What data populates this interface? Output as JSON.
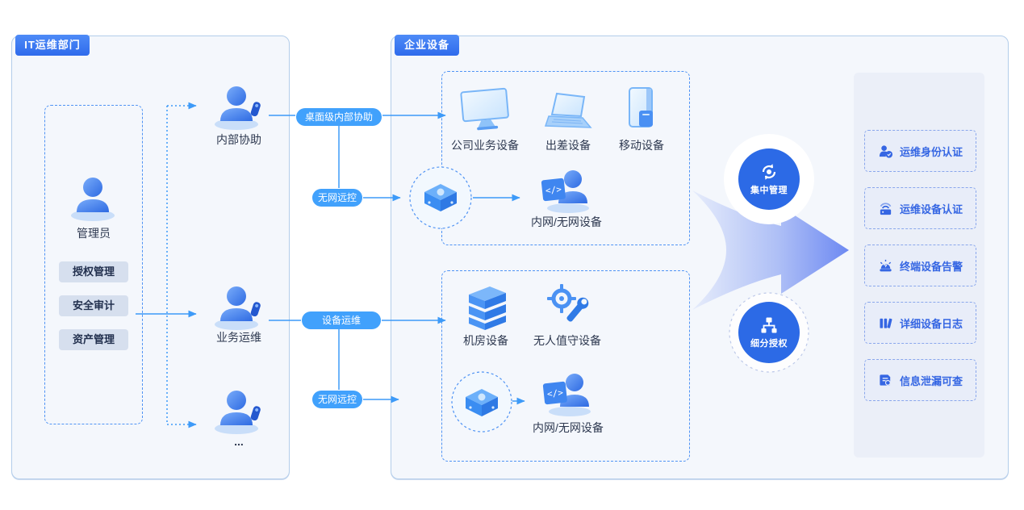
{
  "left_panel": {
    "title": "IT运维部门",
    "admin": {
      "label": "管理员",
      "functions": [
        "授权管理",
        "安全审计",
        "资产管理"
      ]
    },
    "roles": [
      {
        "label": "内部协助"
      },
      {
        "label": "业务运维"
      },
      {
        "label": "..."
      }
    ]
  },
  "flow_labels": {
    "desktop_assist": "桌面级内部协助",
    "no_net_remote_1": "无网远控",
    "device_ops": "设备运维",
    "no_net_remote_2": "无网远控"
  },
  "enterprise_panel": {
    "title": "企业设备",
    "office_group": {
      "devices": [
        "公司业务设备",
        "出差设备",
        "移动设备"
      ],
      "offline_device": "内网/无网设备"
    },
    "machine_group": {
      "devices": [
        "机房设备",
        "无人值守设备"
      ],
      "offline_device": "内网/无网设备"
    },
    "badges": [
      {
        "label": "集中管理"
      },
      {
        "label": "细分授权"
      }
    ],
    "features": [
      {
        "label": "运维身份认证"
      },
      {
        "label": "运维设备认证"
      },
      {
        "label": "终端设备告警"
      },
      {
        "label": "详细设备日志"
      },
      {
        "label": "信息泄漏可查"
      }
    ]
  },
  "icons": {
    "person": "isometric-blue-person",
    "person_phone": "person-with-handset",
    "code_person": "person-with-code-panel",
    "mini_pc": "mini-pc-box",
    "sync": "circular-arrows",
    "org": "org-chart",
    "features": [
      "person-check",
      "device-wifi",
      "alarm-siren",
      "log-bars",
      "doc-magnifier"
    ]
  },
  "colors": {
    "header_badge": "#3a78f2",
    "pill": "#41a1fc",
    "circle_badge": "#2c6ae6",
    "feature_text": "#3566e3",
    "line": "#3d9af8",
    "panel_bg": "#f4f7fc",
    "panel_border": "#b3cdea",
    "dashed": "#4f93f4"
  }
}
